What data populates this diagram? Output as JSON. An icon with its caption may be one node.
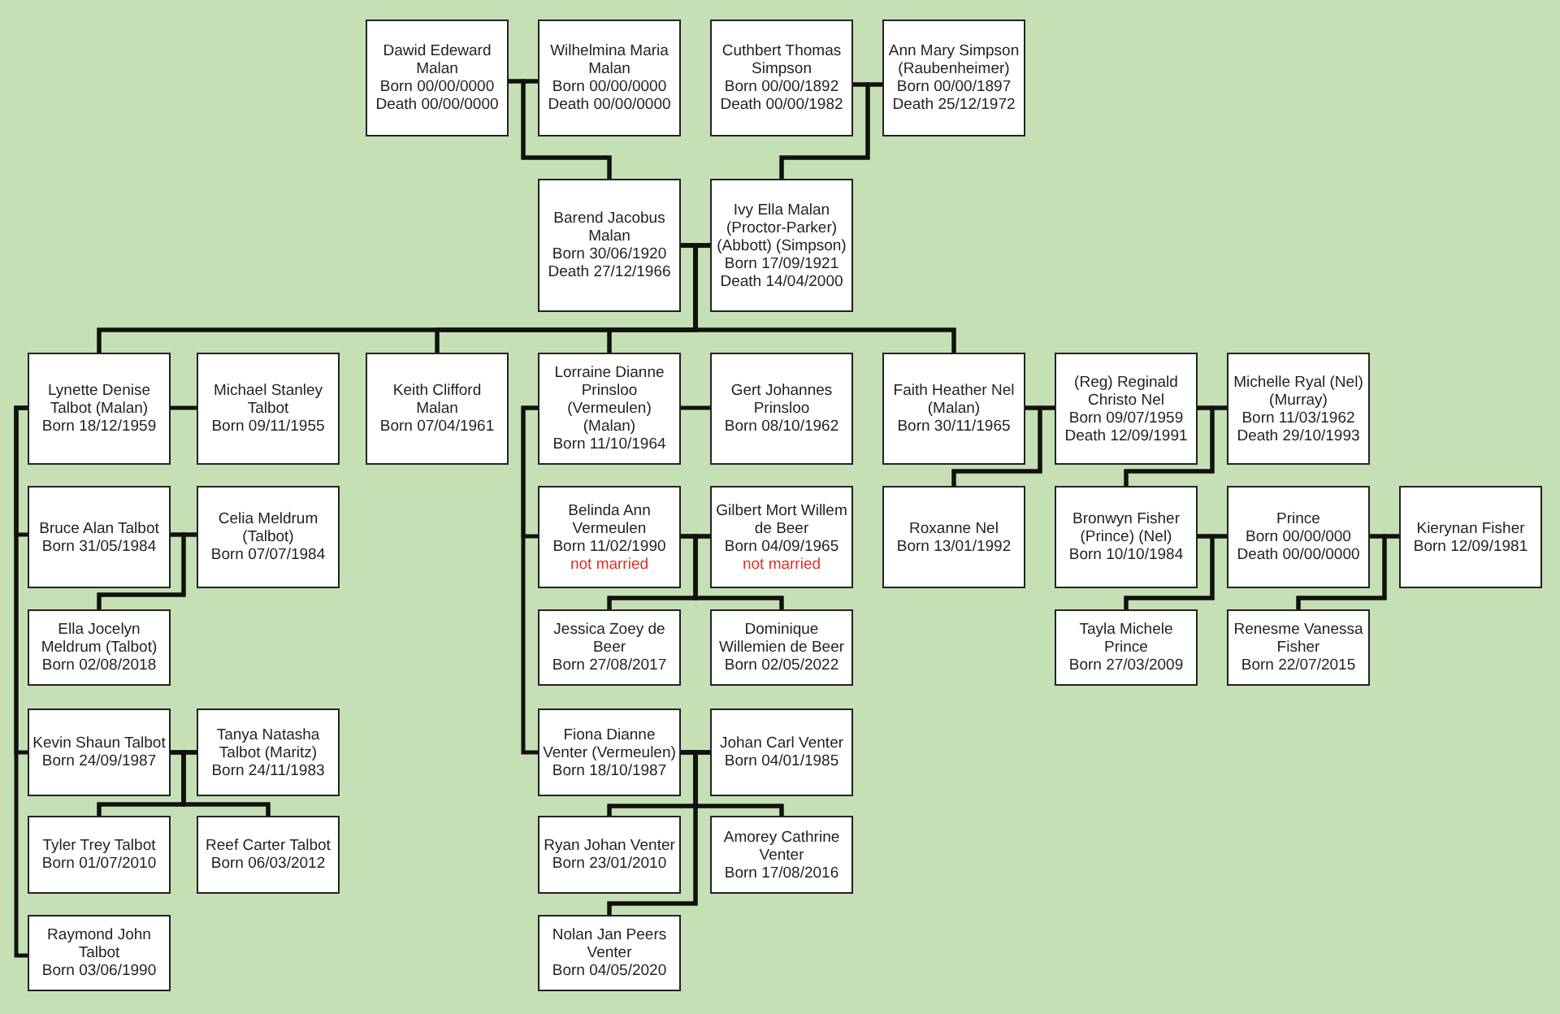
{
  "diagram": {
    "nodes": [
      {
        "text": [
          "Dawid Edeward Malan",
          "Born 00/00/0000",
          "Death 00/00/0000"
        ]
      },
      {
        "text": [
          "Wilhelmina Maria Malan",
          "Born 00/00/0000",
          "Death 00/00/0000"
        ]
      },
      {
        "text": [
          "Cuthbert Thomas Simpson",
          "Born 00/00/1892",
          "Death 00/00/1982"
        ]
      },
      {
        "text": [
          "Ann Mary Simpson (Raubenheimer)",
          "Born 00/00/1897",
          "Death 25/12/1972"
        ]
      },
      {
        "text": [
          "Barend Jacobus Malan",
          "Born 30/06/1920",
          "Death 27/12/1966"
        ]
      },
      {
        "text": [
          "Ivy Ella Malan (Proctor-Parker) (Abbott) (Simpson)",
          "Born 17/09/1921",
          "Death 14/04/2000"
        ]
      },
      {
        "text": [
          "Lynette Denise Talbot (Malan)",
          "Born 18/12/1959"
        ]
      },
      {
        "text": [
          "Michael Stanley Talbot",
          "Born 09/11/1955"
        ]
      },
      {
        "text": [
          "Keith Clifford Malan",
          "Born 07/04/1961"
        ]
      },
      {
        "text": [
          "Lorraine Dianne Prinsloo (Vermeulen) (Malan)",
          "Born 11/10/1964"
        ]
      },
      {
        "text": [
          "Gert Johannes Prinsloo",
          "Born 08/10/1962"
        ]
      },
      {
        "text": [
          "Faith Heather Nel (Malan)",
          "Born 30/11/1965"
        ]
      },
      {
        "text": [
          "(Reg) Reginald Christo Nel",
          "Born 09/07/1959",
          "Death 12/09/1991"
        ]
      },
      {
        "text": [
          "Michelle Ryal (Nel) (Murray)",
          "Born 11/03/1962",
          "Death 29/10/1993"
        ]
      },
      {
        "text": [
          "Bruce Alan Talbot",
          "Born 31/05/1984"
        ]
      },
      {
        "text": [
          "Celia Meldrum (Talbot)",
          "Born 07/07/1984"
        ]
      },
      {
        "text": [
          "Belinda Ann Vermeulen",
          "Born 11/02/1990",
          "not married"
        ]
      },
      {
        "text": [
          "Gilbert Mort Willem de Beer",
          "Born 04/09/1965",
          "not married"
        ]
      },
      {
        "text": [
          "Roxanne Nel",
          "Born 13/01/1992"
        ]
      },
      {
        "text": [
          "Bronwyn Fisher (Prince) (Nel)",
          "Born 10/10/1984"
        ]
      },
      {
        "text": [
          "Prince",
          "Born 00/00/000",
          "Death 00/00/0000"
        ]
      },
      {
        "text": [
          "Kierynan Fisher",
          "Born 12/09/1981"
        ]
      },
      {
        "text": [
          "Ella Jocelyn Meldrum (Talbot)",
          "Born 02/08/2018"
        ]
      },
      {
        "text": [
          "Jessica Zoey de Beer",
          "Born 27/08/2017"
        ]
      },
      {
        "text": [
          "Dominique Willemien de Beer",
          "Born 02/05/2022"
        ]
      },
      {
        "text": [
          "Tayla Michele Prince",
          "Born 27/03/2009"
        ]
      },
      {
        "text": [
          "Renesme Vanessa Fisher",
          "Born 22/07/2015"
        ]
      },
      {
        "text": [
          "Kevin Shaun Talbot",
          "Born 24/09/1987"
        ]
      },
      {
        "text": [
          "Tanya Natasha Talbot (Maritz)",
          "Born 24/11/1983"
        ]
      },
      {
        "text": [
          "Fiona Dianne Venter (Vermeulen)",
          "Born 18/10/1987"
        ]
      },
      {
        "text": [
          "Johan Carl Venter",
          "Born 04/01/1985"
        ]
      },
      {
        "text": [
          "Tyler Trey Talbot",
          "Born 01/07/2010"
        ]
      },
      {
        "text": [
          "Reef Carter Talbot",
          "Born 06/03/2012"
        ]
      },
      {
        "text": [
          "Ryan Johan Venter",
          "Born 23/01/2010"
        ]
      },
      {
        "text": [
          "Amorey Cathrine Venter",
          "Born 17/08/2016"
        ]
      },
      {
        "text": [
          "Raymond John Talbot",
          "Born 03/06/1990"
        ]
      },
      {
        "text": [
          "Nolan Jan Peers Venter",
          "Born 04/05/2020"
        ]
      }
    ],
    "edges": [
      {
        "from": 0,
        "to": 1,
        "arrow": "none"
      },
      {
        "from": 0,
        "to": 4,
        "arrow": "none"
      },
      {
        "from": 1,
        "to": 4,
        "arrow": "none"
      },
      {
        "from": 2,
        "to": 3,
        "arrow": "none"
      },
      {
        "from": 2,
        "to": 5,
        "arrow": "none"
      },
      {
        "from": 3,
        "to": 5,
        "arrow": "none"
      },
      {
        "from": 4,
        "to": 5,
        "arrow": "none"
      },
      {
        "from": 4,
        "to": 6,
        "arrow": "none"
      },
      {
        "from": 4,
        "to": 8,
        "arrow": "none"
      },
      {
        "from": 4,
        "to": 9,
        "arrow": "none"
      },
      {
        "from": 4,
        "to": 11,
        "arrow": "none"
      },
      {
        "from": 5,
        "to": 6,
        "arrow": "none"
      },
      {
        "from": 5,
        "to": 8,
        "arrow": "none"
      },
      {
        "from": 5,
        "to": 9,
        "arrow": "none"
      },
      {
        "from": 5,
        "to": 11,
        "arrow": "none"
      },
      {
        "from": 6,
        "to": 7,
        "arrow": "none"
      },
      {
        "from": 6,
        "to": 14,
        "arrow": "none"
      },
      {
        "from": 6,
        "to": 27,
        "arrow": "none"
      },
      {
        "from": 6,
        "to": 35,
        "arrow": "none"
      },
      {
        "from": 9,
        "to": 10,
        "arrow": "none"
      },
      {
        "from": 9,
        "to": 16,
        "arrow": "none"
      },
      {
        "from": 9,
        "to": 29,
        "arrow": "none"
      },
      {
        "from": 11,
        "to": 12,
        "arrow": "none"
      },
      {
        "from": 11,
        "to": 18,
        "arrow": "none"
      },
      {
        "from": 12,
        "to": 18,
        "arrow": "none"
      },
      {
        "from": 12,
        "to": 13,
        "arrow": "none"
      },
      {
        "from": 12,
        "to": 19,
        "arrow": "none"
      },
      {
        "from": 13,
        "to": 19,
        "arrow": "none"
      },
      {
        "from": 14,
        "to": 15,
        "arrow": "none"
      },
      {
        "from": 14,
        "to": 22,
        "arrow": "none"
      },
      {
        "from": 15,
        "to": 22,
        "arrow": "none"
      },
      {
        "from": 16,
        "to": 17,
        "arrow": "none"
      },
      {
        "from": 16,
        "to": 23,
        "arrow": "none"
      },
      {
        "from": 16,
        "to": 24,
        "arrow": "none"
      },
      {
        "from": 17,
        "to": 23,
        "arrow": "none"
      },
      {
        "from": 17,
        "to": 24,
        "arrow": "none"
      },
      {
        "from": 19,
        "to": 20,
        "arrow": "none"
      },
      {
        "from": 19,
        "to": 25,
        "arrow": "none"
      },
      {
        "from": 20,
        "to": 25,
        "arrow": "none"
      },
      {
        "from": 20,
        "to": 21,
        "arrow": "none"
      },
      {
        "from": 20,
        "to": 26,
        "arrow": "none"
      },
      {
        "from": 21,
        "to": 26,
        "arrow": "none"
      },
      {
        "from": 27,
        "to": 28,
        "arrow": "none"
      },
      {
        "from": 27,
        "to": 31,
        "arrow": "none"
      },
      {
        "from": 27,
        "to": 32,
        "arrow": "none"
      },
      {
        "from": 28,
        "to": 31,
        "arrow": "none"
      },
      {
        "from": 28,
        "to": 32,
        "arrow": "none"
      },
      {
        "from": 29,
        "to": 30,
        "arrow": "none"
      },
      {
        "from": 29,
        "to": 33,
        "arrow": "none"
      },
      {
        "from": 29,
        "to": 34,
        "arrow": "none"
      },
      {
        "from": 29,
        "to": 36,
        "arrow": "none"
      },
      {
        "from": 30,
        "to": 33,
        "arrow": "none"
      },
      {
        "from": 30,
        "to": 34,
        "arrow": "none"
      },
      {
        "from": 30,
        "to": 36,
        "arrow": "none"
      }
    ]
  }
}
